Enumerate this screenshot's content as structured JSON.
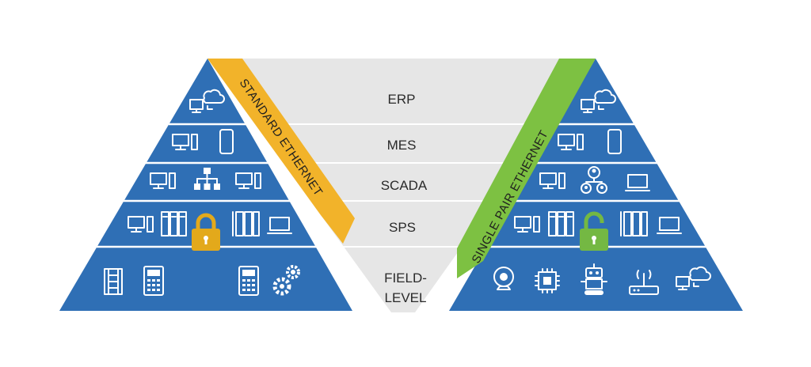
{
  "layers": [
    "ERP",
    "MES",
    "SCADA",
    "SPS",
    "FIELD-",
    "LEVEL"
  ],
  "left_band": {
    "label": "STANDARD ETHERNET",
    "color": "#f2b32a"
  },
  "right_band": {
    "label": "SINGLE PAIR ETHERNET",
    "color": "#7dc142"
  },
  "colors": {
    "pyramid": "#2f6fb5",
    "pyramid_dark": "#255d9c",
    "center": "#e6e6e6",
    "lock_closed": "#e3a91b",
    "lock_open": "#74b843"
  },
  "icons": {
    "left": [
      "cloud-computer-icon",
      "desktop-icon",
      "smartphone-icon",
      "desktop-icon",
      "network-icon",
      "desktop-icon",
      "desktop-icon",
      "server-rack-icon",
      "lock-closed-icon",
      "server-rack-icon",
      "laptop-icon",
      "io-module-icon",
      "calculator-icon",
      "calculator-icon",
      "gears-icon"
    ],
    "right": [
      "cloud-computer-icon",
      "desktop-icon",
      "smartphone-icon",
      "desktop-icon",
      "users-network-icon",
      "laptop-icon",
      "desktop-icon",
      "server-rack-icon",
      "lock-open-icon",
      "server-rack-icon",
      "laptop-icon",
      "webcam-icon",
      "chip-icon",
      "robot-icon",
      "router-icon",
      "cloud-computer-icon"
    ]
  }
}
